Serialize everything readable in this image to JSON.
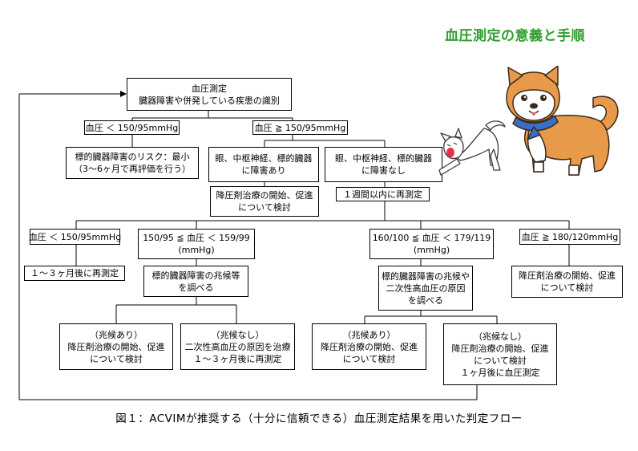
{
  "title": "血圧測定の意義と手順",
  "caption": "図１：ACVIMが推奨する（十分に信頼できる）血圧測定結果を用いた判定フロー",
  "nodes": {
    "start": [
      "血圧測定",
      "臓器障害や併発している疾患の識別"
    ],
    "bp_low": [
      "血圧 ＜ 150/95mmHg"
    ],
    "bp_high": [
      "血圧 ≧ 150/95mmHg"
    ],
    "risk_min": [
      "標的臓器障害のリスク：最小",
      "（3〜6ヶ月で再評価を行う）"
    ],
    "damage_yes": [
      "眼、中枢神経、標的臓器",
      "に障害あり"
    ],
    "damage_no": [
      "眼、中枢神経、標的臓器",
      "に障害なし"
    ],
    "treat_1": [
      "降圧剤治療の開始、促進",
      "について検討"
    ],
    "remeasure_week": [
      "１週間以内に再測定"
    ],
    "r_low": [
      "血圧 ＜ 150/95mmHg"
    ],
    "r_mid1": [
      "150/95 ≦ 血圧 ＜ 159/99",
      "(mmHg)"
    ],
    "r_mid2": [
      "160/100 ≦ 血圧 ＜ 179/119",
      "(mmHg)"
    ],
    "r_high": [
      "血圧 ≧ 180/120mmHg"
    ],
    "remeasure_1_3": [
      "１〜３ヶ月後に再測定"
    ],
    "check_signs": [
      "標的臓器障害の兆候等",
      "を調べる"
    ],
    "check_signs_cause": [
      "標的臓器障害の兆候や",
      "二次性高血圧の原因",
      "を調べる"
    ],
    "treat_high": [
      "降圧剤治療の開始、促進",
      "について検討"
    ],
    "signs_yes_1": [
      "（兆候あり）",
      "降圧剤治療の開始、促進",
      "について検討"
    ],
    "signs_no_1": [
      "（兆候なし）",
      "二次性高血圧の原因を治療",
      "１〜３ヶ月後に再測定"
    ],
    "signs_yes_2": [
      "（兆候あり）",
      "降圧剤治療の開始、促進",
      "について検討"
    ],
    "signs_no_2": [
      "（兆候なし）",
      "降圧剤治療の開始、促進",
      "について検討",
      "１ヶ月後に血圧測定"
    ]
  },
  "colors": {
    "title": "#2f9e2f",
    "dog_fur": "#e89a4b",
    "dog_white": "#ffffff",
    "scarf": "#3b6fc7"
  },
  "icons": [
    "shiba-dog-icon",
    "stretching-cat-icon"
  ]
}
